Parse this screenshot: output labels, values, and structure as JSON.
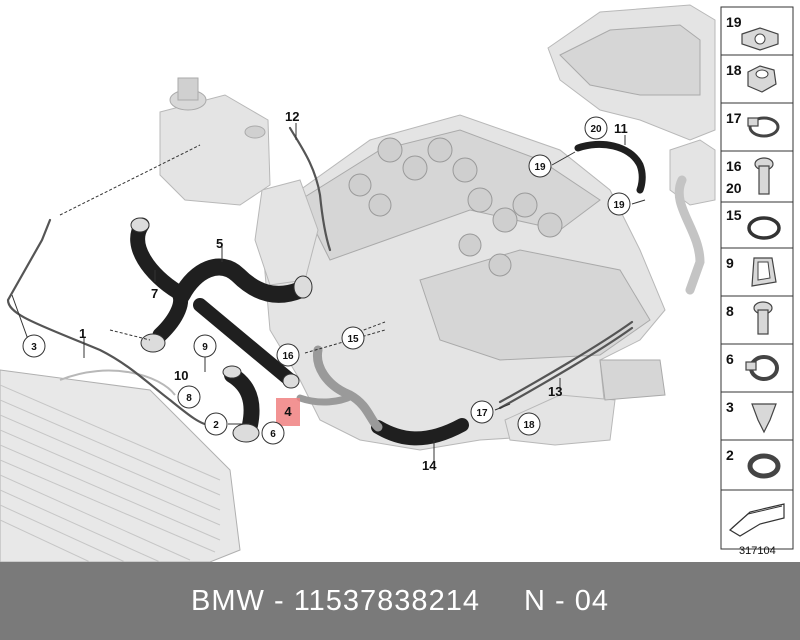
{
  "callouts": [
    "1",
    "2",
    "3",
    "4",
    "5",
    "6",
    "7",
    "8",
    "9",
    "10",
    "11",
    "12",
    "13",
    "14",
    "15",
    "16",
    "17",
    "18",
    "19",
    "20"
  ],
  "legend": [
    "19",
    "18",
    "17",
    "16",
    "20",
    "15",
    "9",
    "8",
    "6",
    "3",
    "2"
  ],
  "diagram_number": "317104",
  "footer": {
    "brand": "BMW",
    "sep1": "-",
    "part_number": "11537838214",
    "position_label": "N",
    "sep2": "-",
    "position_number": "04"
  },
  "colors": {
    "highlight": "#f08080",
    "hose": "#1a1a1a",
    "engine": "#c8c8c8",
    "footer_bg": "#7a7a7a"
  }
}
